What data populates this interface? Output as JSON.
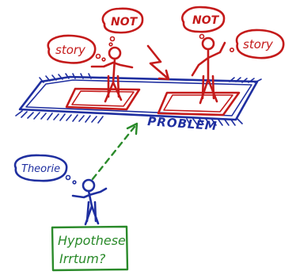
{
  "colors": {
    "red": "#c41a1a",
    "blue": "#1f2fa0",
    "green": "#2a8a2a"
  },
  "bubbles": {
    "not_left": "NOT",
    "not_right": "NOT",
    "story_left": "story",
    "story_right": "story",
    "theorie": "Theorie"
  },
  "carpet": {
    "label": "PROBLEM"
  },
  "hypothesis_box": {
    "line1": "Hypothese",
    "line2": "Irrtum?"
  },
  "icons": [
    "stick-figure",
    "thought-bubble",
    "lightning-arrow",
    "dashed-arrow"
  ]
}
